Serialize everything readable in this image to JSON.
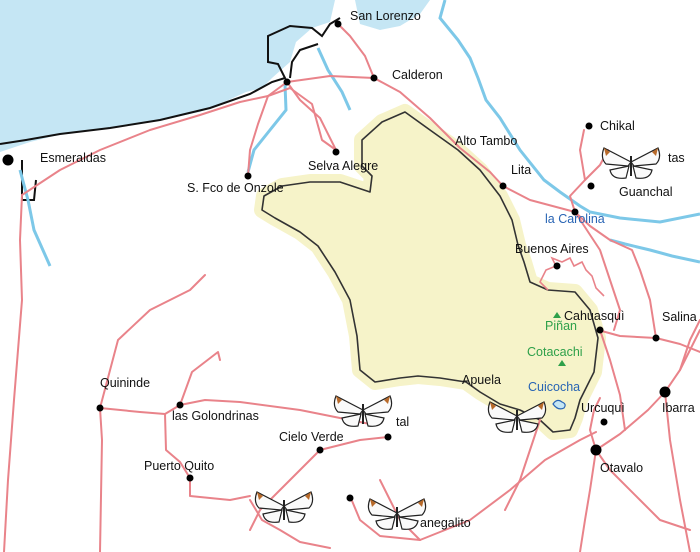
{
  "labels": {
    "san_lorenzo": "San Lorenzo",
    "calderon": "Calderon",
    "esmeraldas": "Esmeraldas",
    "selva_alegre": "Selva Alegre",
    "alto_tambo": "Alto Tambo",
    "lita": "Lita",
    "chikal": "Chikal",
    "tas": "tas",
    "guanchal": "Guanchal",
    "s_fco_de_onzole": "S. Fco de Onzole",
    "la_carolina": "la Carolina",
    "buenos_aires": "Buenos Aires",
    "pinan": "Piñan",
    "cahuasqui": "Cahuasquì",
    "salina": "Salina",
    "cotacachi": "Cotacachi",
    "quicocha": "Cuicocha",
    "apuela": "Apuela",
    "ibarra": "Ibarra",
    "urcuqui": "Urcuquì",
    "quininde": "Quininde",
    "las_golondrinas": "las Golondrinas",
    "tal": "tal",
    "cielo_verde": "Cielo Verde",
    "puerto_quito": "Puerto Quito",
    "otavalo": "Otavalo",
    "nanegalito": "anegalito"
  },
  "colors": {
    "sea": "#c5e6f4",
    "river": "#7dc8e8",
    "road": "#e9838a",
    "reserve_fill": "#f6f3c9",
    "reserve_border": "#333333",
    "coast": "#111111"
  },
  "icons": {
    "butterfly": "glasswing-butterfly-icon",
    "peak": "peak-triangle-icon",
    "lake": "lake-icon"
  }
}
